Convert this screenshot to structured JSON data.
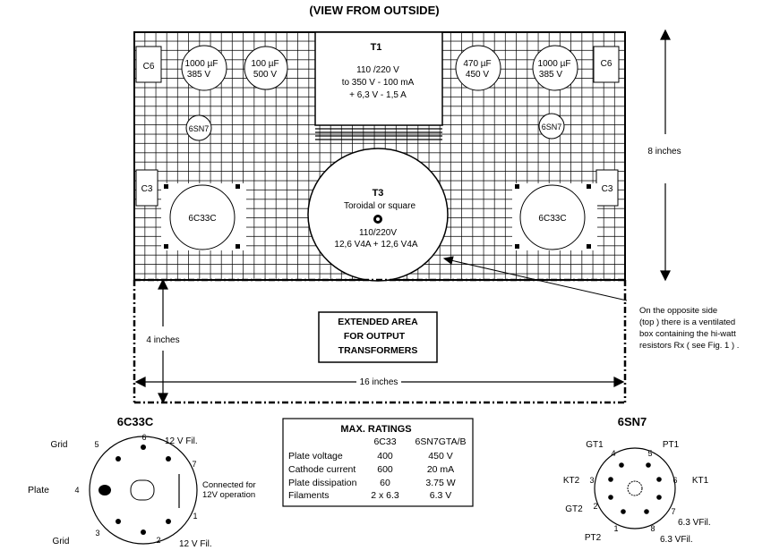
{
  "header": {
    "title": "(VIEW FROM OUTSIDE)"
  },
  "chassis": {
    "c6_left": "C6",
    "c6_right": "C6",
    "c3_left": "C3",
    "c3_right": "C3",
    "cap1": {
      "line1": "1000 µF",
      "line2": "385 V"
    },
    "cap2": {
      "line1": "100 µF",
      "line2": "500 V"
    },
    "cap3": {
      "line1": "470  µF",
      "line2": "450 V"
    },
    "cap4": {
      "line1": "1000 µF",
      "line2": "385 V"
    },
    "t1": {
      "title": "T1",
      "line1": "110 /220 V",
      "line2": "to  350 V - 100 mA",
      "line3": "+  6,3 V - 1,5 A"
    },
    "tube_6sn7_left": "6SN7",
    "tube_6sn7_right": "6SN7",
    "tube_6c33c_left": "6C33C",
    "tube_6c33c_right": "6C33C",
    "t3": {
      "title": "T3",
      "line1": "Toroidal or square",
      "line2": "110/220V",
      "line3": "12,6 V4A + 12,6 V4A"
    },
    "extended": {
      "line1": "EXTENDED  AREA",
      "line2": "FOR  OUTPUT",
      "line3": "TRANSFORMERS"
    },
    "dim_height": "8 inches",
    "dim_ext": "4 inches",
    "dim_width": "16 inches",
    "note": [
      "On the opposite side",
      "(top ) there is a ventilated",
      "box containing the hi-watt",
      "resistors   Rx  ( see Fig. 1 ) ."
    ]
  },
  "pinout_6c33c": {
    "title": "6C33C",
    "grid_top": "Grid",
    "pin5": "5",
    "pin6": "6",
    "fil_top": "12 V Fil.",
    "pin7": "7",
    "connected1": "Connected  for",
    "connected2": "12V operation",
    "plate": "Plate",
    "pin4": "4",
    "pin1": "1",
    "grid_bottom": "Grid",
    "pin3": "3",
    "pin2": "2",
    "fil_bottom": "12 V Fil."
  },
  "ratings": {
    "title": "MAX. RATINGS",
    "headers": [
      "6C33",
      "6SN7GTA/B"
    ],
    "rows": [
      {
        "label": "Plate voltage",
        "v1": "400",
        "v2": "450   V"
      },
      {
        "label": "Cathode current",
        "v1": "600",
        "v2": "20  mA"
      },
      {
        "label": "Plate dissipation",
        "v1": "60",
        "v2": "3.75  W"
      },
      {
        "label": "Filaments",
        "v1": "2 x 6.3",
        "v2": "6.3   V"
      }
    ]
  },
  "pinout_6sn7": {
    "title": "6SN7",
    "gt1": "GT1",
    "pt1": "PT1",
    "kt2": "KT2",
    "kt1": "KT1",
    "gt2": "GT2",
    "pt2": "PT2",
    "p1": "1",
    "p2": "2",
    "p3": "3",
    "p4": "4",
    "p5": "5",
    "p6": "6",
    "p7": "7",
    "p8": "8",
    "fil1": "6.3 VFil.",
    "fil2": "6.3 VFil."
  }
}
